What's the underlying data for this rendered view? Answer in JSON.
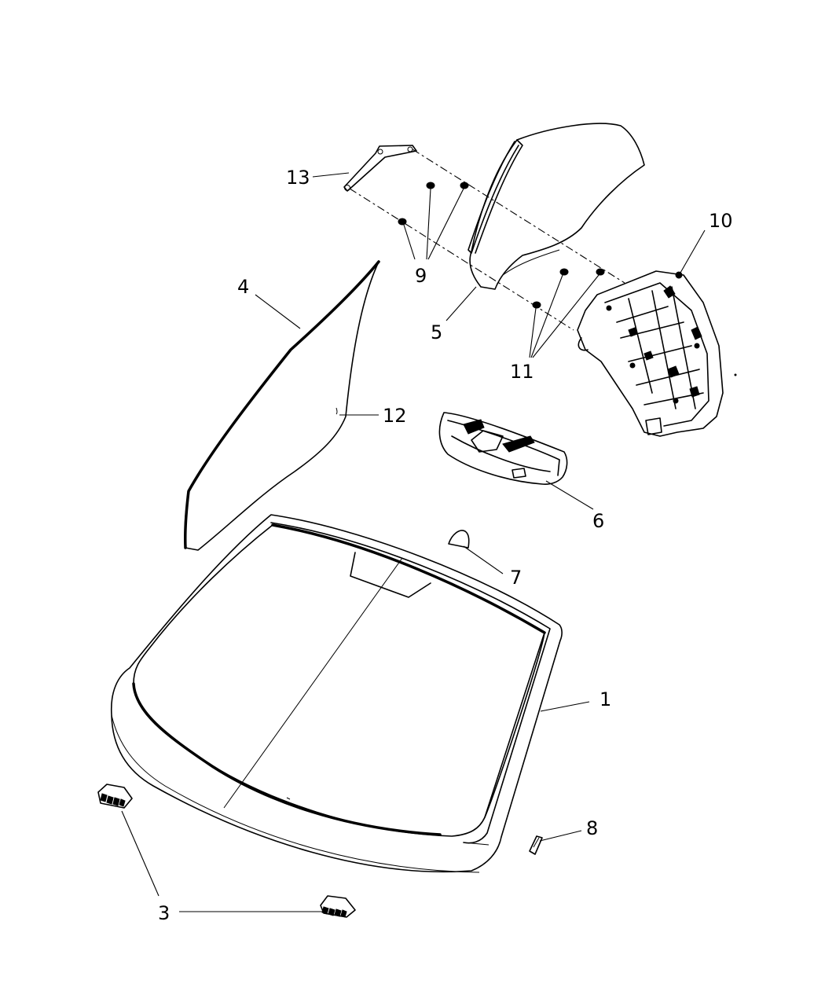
{
  "callouts": {
    "c1": "1",
    "c3": "3",
    "c4": "4",
    "c5": "5",
    "c6": "6",
    "c7": "7",
    "c8": "8",
    "c9": "9",
    "c10": "10",
    "c11": "11",
    "c12": "12",
    "c13": "13"
  }
}
